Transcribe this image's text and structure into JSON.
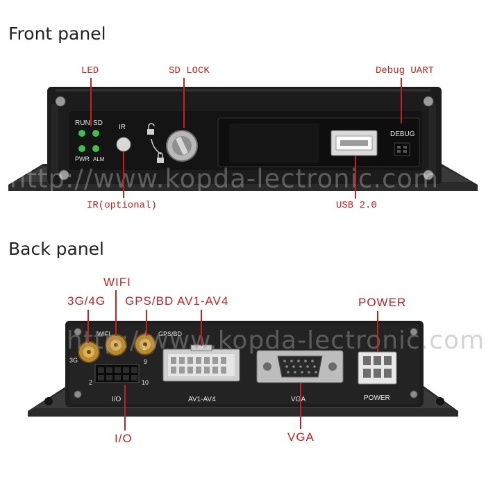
{
  "front": {
    "title": "Front panel",
    "labels": {
      "led": "LED",
      "sd_lock": "SD LOCK",
      "debug_uart": "Debug UART",
      "ir_optional": "IR(optional)",
      "usb": "USB 2.0"
    },
    "device_text": {
      "run": "RUN",
      "sd": "SD",
      "pwr": "PWR",
      "alm": "ALM",
      "ir": "IR",
      "debug": "DEBUG"
    },
    "watermark": "http://www.kopda-lectronic.com"
  },
  "back": {
    "title": "Back panel",
    "labels": {
      "wifi": "WIFI",
      "g34": "3G/4G",
      "gps_bd": "GPS/BD",
      "av": "AV1-AV4",
      "power": "POWER",
      "io": "I/O",
      "vga": "VGA"
    },
    "device_text": {
      "wifi": "WIFI",
      "gps_bd": "GPS/BD",
      "g34": "3G",
      "pin1": "1",
      "pin9": "9",
      "pin2": "2",
      "pin10": "10",
      "io": "I/O",
      "av": "AV1-AV4",
      "vga": "VGA",
      "power": "POWER"
    },
    "watermark": "http://www.kopda-lectronic.com"
  },
  "colors": {
    "label_red": "#c8201c",
    "led_green": "#39c24a"
  }
}
